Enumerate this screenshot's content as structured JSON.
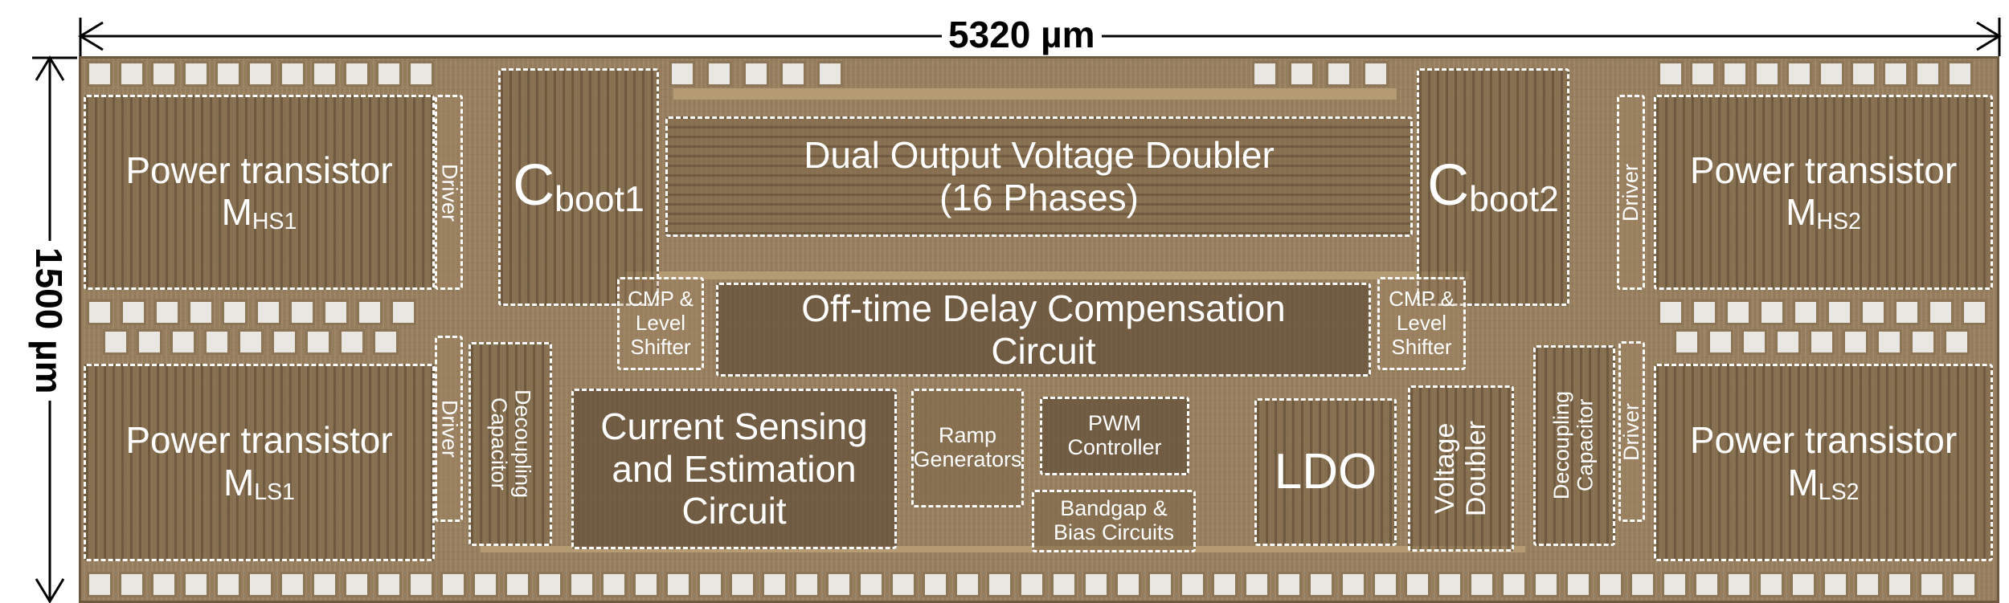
{
  "dimensions": {
    "width_label": "5320 µm",
    "height_label": "1500 µm"
  },
  "blocks": {
    "power_hs1": {
      "line1": "Power transistor",
      "main": "M",
      "sub": "HS1"
    },
    "power_ls1": {
      "line1": "Power transistor",
      "main": "M",
      "sub": "LS1"
    },
    "power_hs2": {
      "line1": "Power transistor",
      "main": "M",
      "sub": "HS2"
    },
    "power_ls2": {
      "line1": "Power transistor",
      "main": "M",
      "sub": "LS2"
    },
    "driver": "Driver",
    "cboot1": {
      "main": "C",
      "sub": "boot1"
    },
    "cboot2": {
      "main": "C",
      "sub": "boot2"
    },
    "doubler16": {
      "line1": "Dual Output Voltage Doubler",
      "line2": "(16 Phases)"
    },
    "cmp_level": {
      "line1": "CMP &",
      "line2": "Level",
      "line3": "Shifter"
    },
    "offtime": {
      "line1": "Off-time Delay Compensation",
      "line2": "Circuit"
    },
    "decoupling": {
      "line1": "Decoupling",
      "line2": "Capacitor"
    },
    "current_sensing": {
      "line1": "Current Sensing",
      "line2": "and Estimation",
      "line3": "Circuit"
    },
    "ramp": {
      "line1": "Ramp",
      "line2": "Generators"
    },
    "pwm": {
      "line1": "PWM",
      "line2": "Controller"
    },
    "bandgap": {
      "line1": "Bandgap &",
      "line2": "Bias Circuits"
    },
    "ldo": "LDO",
    "voltage_doubler": {
      "line1": "Voltage",
      "line2": "Doubler"
    }
  },
  "colors": {
    "die": "#9a8261",
    "block_outline": "#ffffff",
    "pad": "#e8e7e1",
    "annotation": "#000000"
  }
}
